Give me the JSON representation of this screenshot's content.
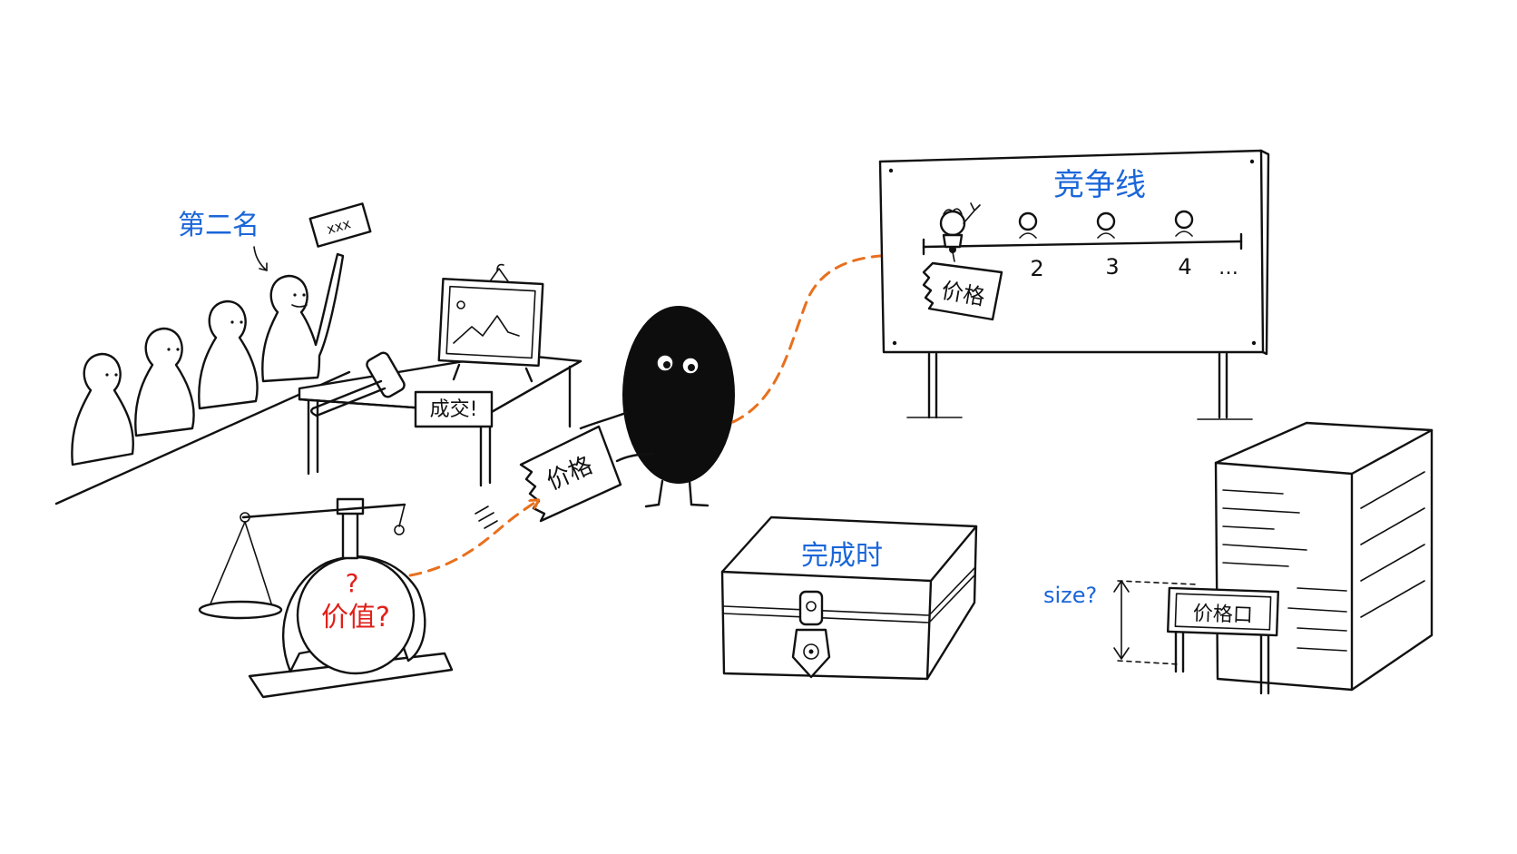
{
  "labels": {
    "second_place": "第二名",
    "bid_card": "xxx",
    "deal_sign": "成交!",
    "price_ticket_hand": "价格",
    "price_tag_board": "价格",
    "value_question_mark": "?",
    "value_text": "价值?",
    "competition_line": "竞争线",
    "position_2": "2",
    "position_3": "3",
    "position_4": "4",
    "position_more": "…",
    "chest_label": "完成时",
    "size_question": "size?",
    "price_mouth_sign": "价格口"
  },
  "colors": {
    "ink": "#111111",
    "blue_text": "#1a66d9",
    "red_text": "#e0201b",
    "orange_arrow": "#e8701d"
  }
}
